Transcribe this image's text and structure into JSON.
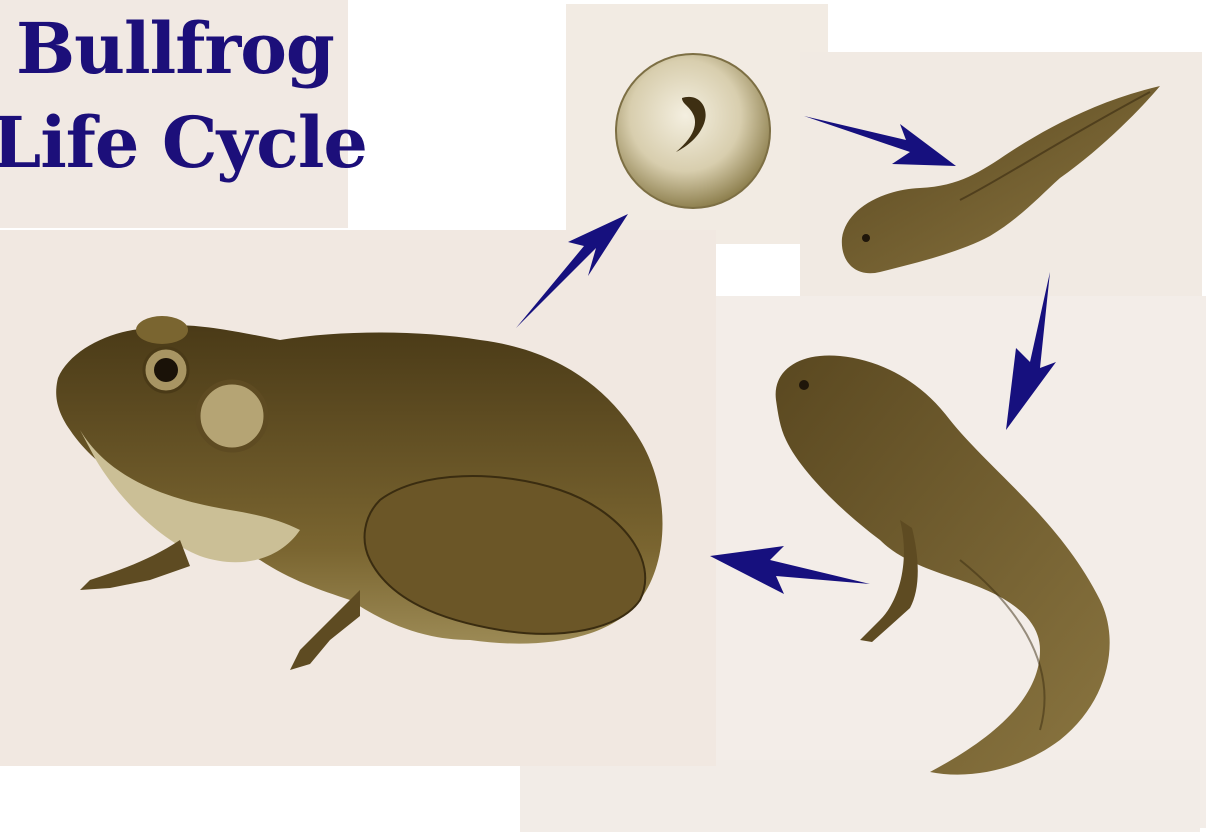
{
  "title": {
    "line1": "Bullfrog",
    "line2": "Life Cycle"
  },
  "stages": [
    {
      "name": "egg"
    },
    {
      "name": "tadpole"
    },
    {
      "name": "tadpole-with-legs"
    },
    {
      "name": "adult-frog"
    }
  ],
  "colors": {
    "title": "#1c0f7a",
    "arrow": "#16107e",
    "paper": "#f3ece6",
    "frog_dark": "#4e3f1c",
    "frog_mid": "#7a6530",
    "frog_light": "#c9bc94"
  }
}
